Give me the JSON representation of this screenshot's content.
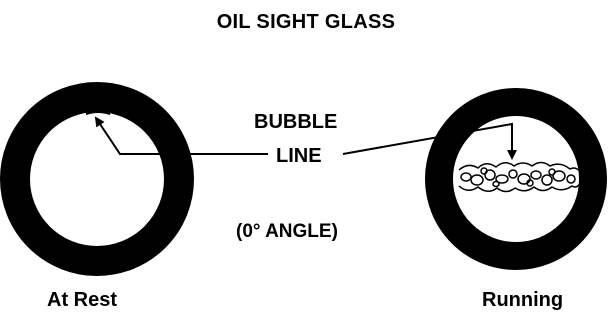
{
  "diagram": {
    "title": "OIL SIGHT GLASS",
    "callout_line1": "BUBBLE",
    "callout_line2": "LINE",
    "angle_note": "(0° ANGLE)",
    "left_caption": "At Rest",
    "right_caption": "Running",
    "colors": {
      "ink": "#000000",
      "background": "#ffffff"
    }
  }
}
